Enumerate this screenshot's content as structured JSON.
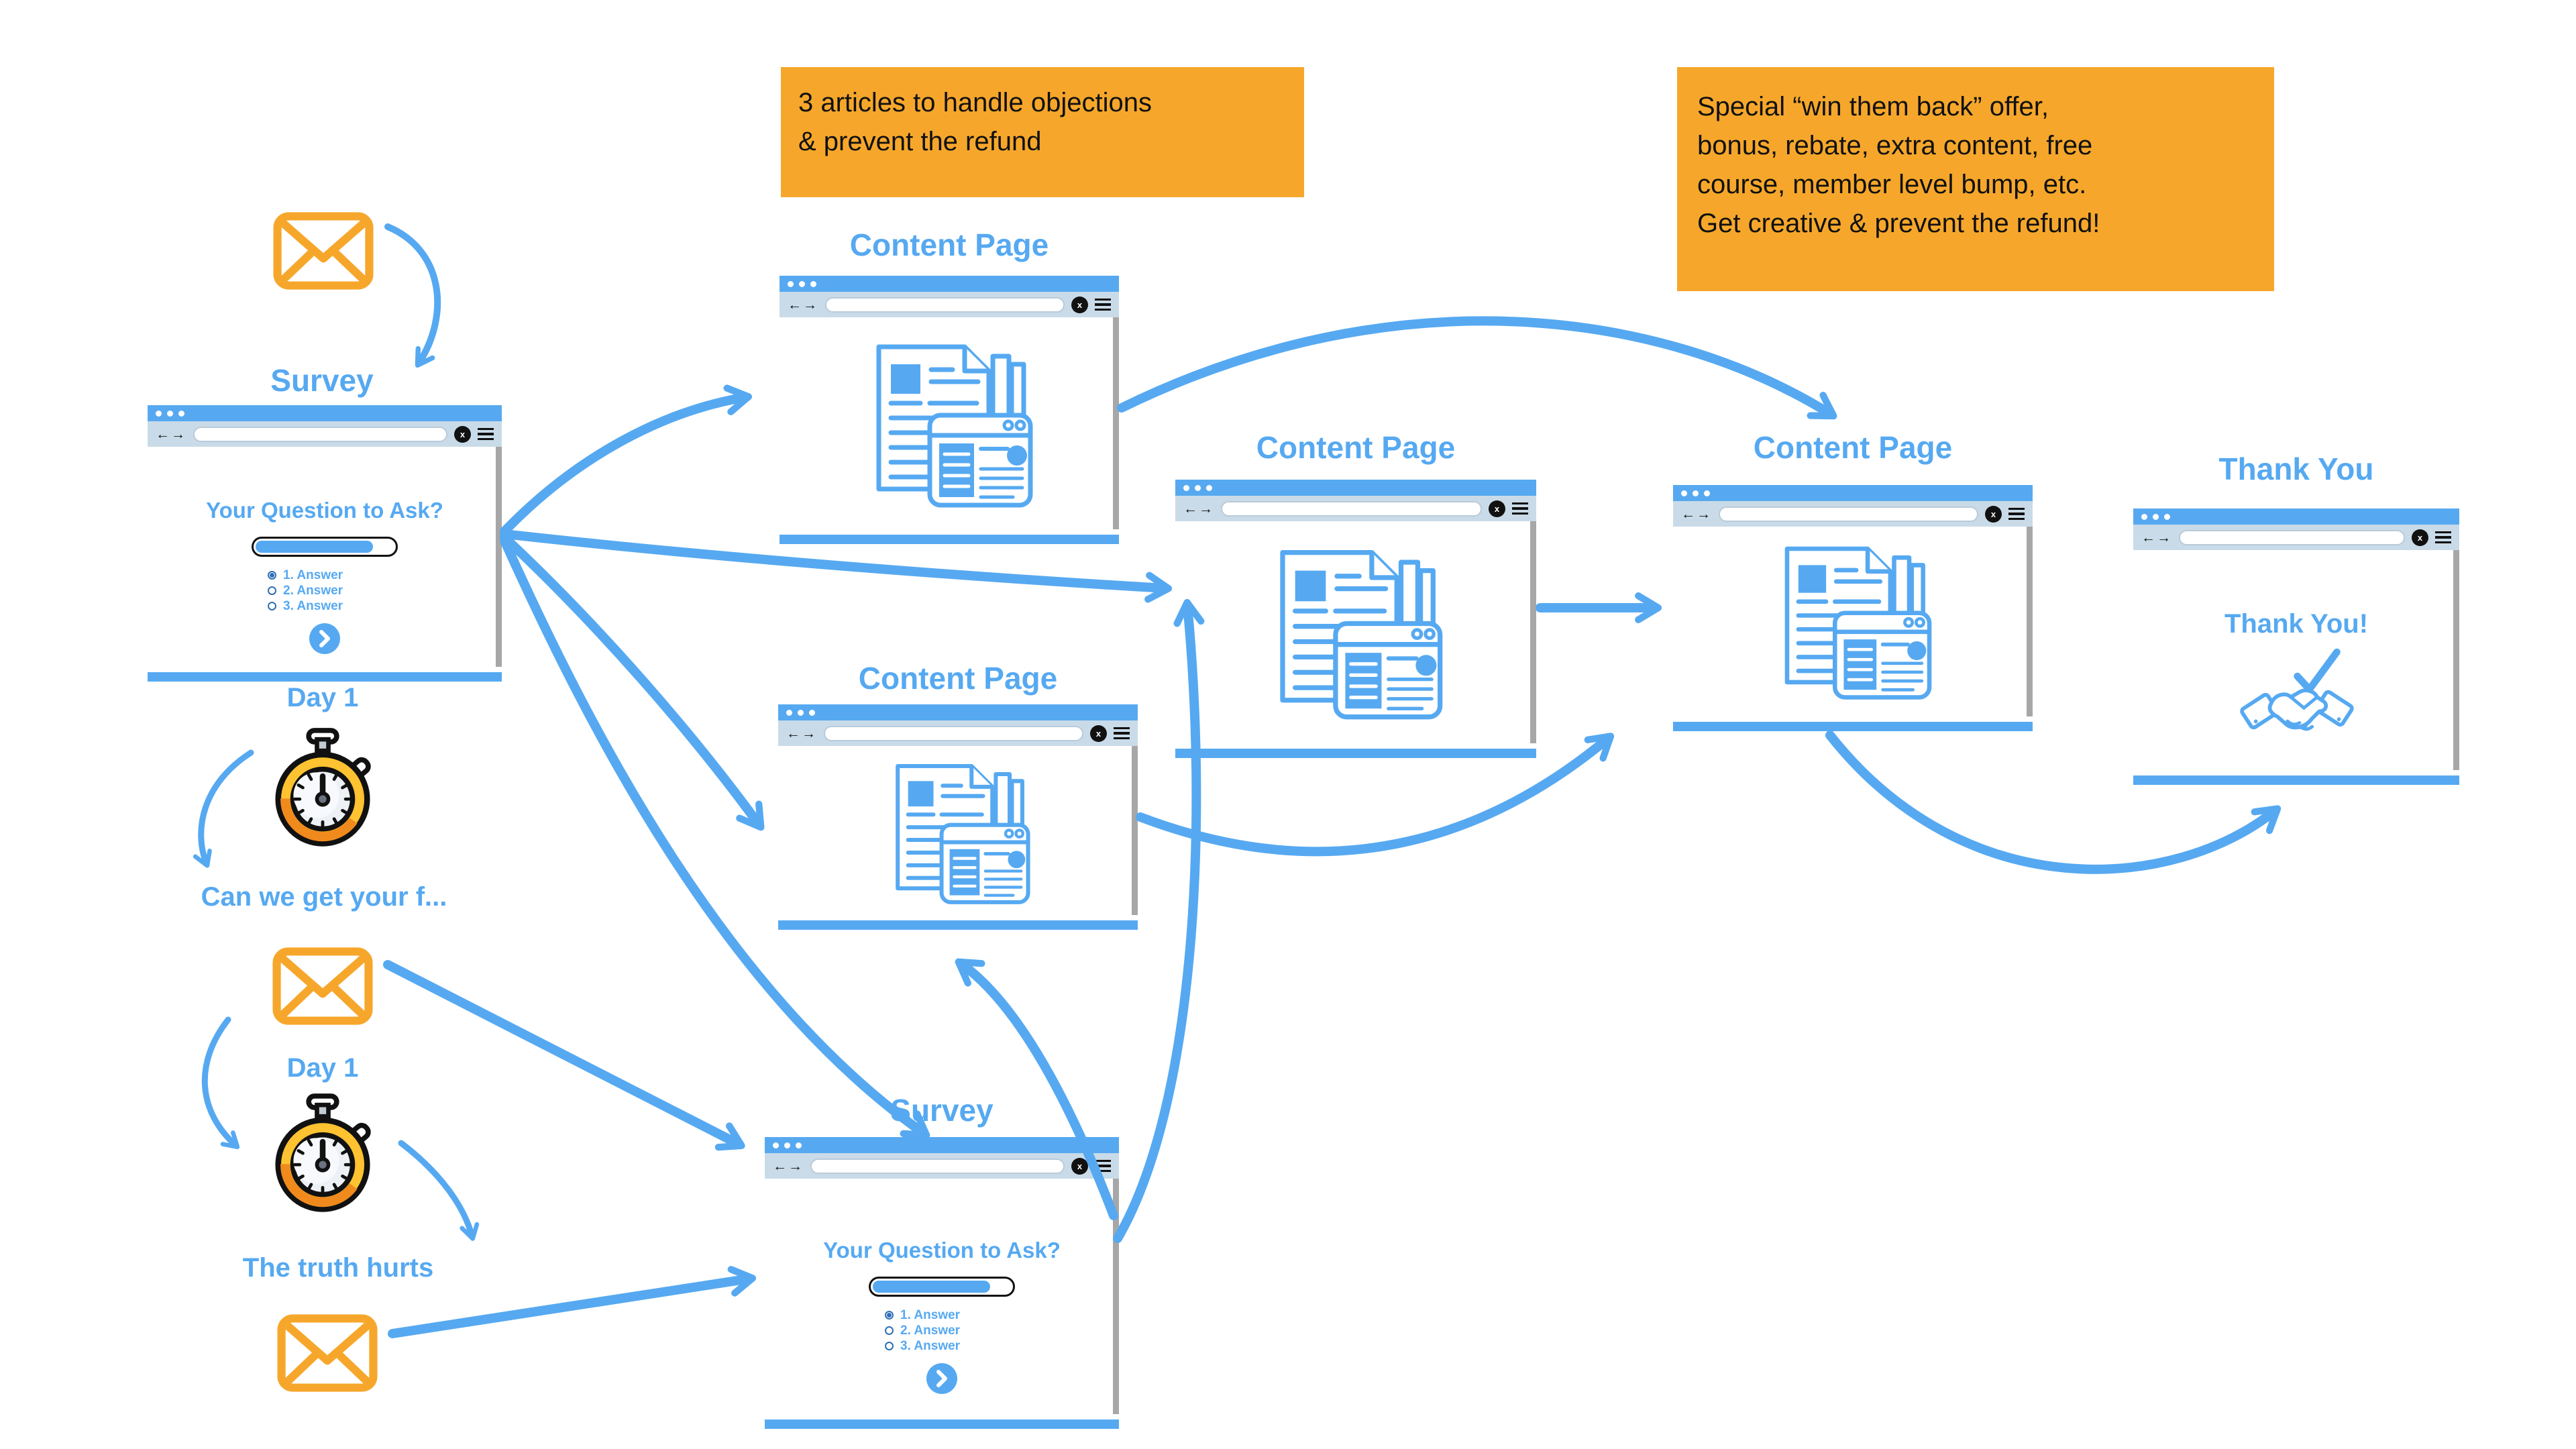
{
  "colors": {
    "accent_blue": "#56A9F1",
    "orange": "#F6A72B",
    "callout_text": "#111111",
    "toolbar_gray_blue": "#C9DBE8",
    "scrollbar_gray": "#A7A7A7",
    "stopwatch_orange": "#FFC230",
    "black": "#111111"
  },
  "icons": {
    "email": "envelope-icon",
    "timer": "stopwatch-icon",
    "articles": "documents-icon",
    "confirmation": "handshake-check-icon",
    "browser": [
      "window-dots",
      "back-icon",
      "forward-icon",
      "url-bar",
      "close-icon",
      "menu-icon"
    ],
    "next": "chevron-right-icon"
  },
  "callouts": {
    "objections": "3 articles to handle objections\n& prevent the refund",
    "winback": "Special “win them back” offer,\nbonus, rebate, extra content, free\ncourse, member level bump, etc.\nGet creative & prevent the refund!"
  },
  "sections": {
    "survey_top": {
      "title": "Survey"
    },
    "timer1": {
      "label": "Day 1"
    },
    "email2": {
      "label": "Can we get your f..."
    },
    "timer2": {
      "label": "Day 1"
    },
    "email3": {
      "label": "The truth hurts"
    },
    "content_page_top": {
      "title": "Content Page"
    },
    "content_page_left": {
      "title": "Content Page"
    },
    "content_page_mid": {
      "title": "Content Page"
    },
    "content_page_right": {
      "title": "Content Page"
    },
    "survey_bottom": {
      "title": "Survey"
    },
    "thank_you": {
      "title": "Thank You",
      "message": "Thank You!"
    }
  },
  "survey_page": {
    "question": "Your Question to Ask?",
    "answers": [
      "1. Answer",
      "2. Answer",
      "3. Answer"
    ],
    "selected_index": 0
  }
}
